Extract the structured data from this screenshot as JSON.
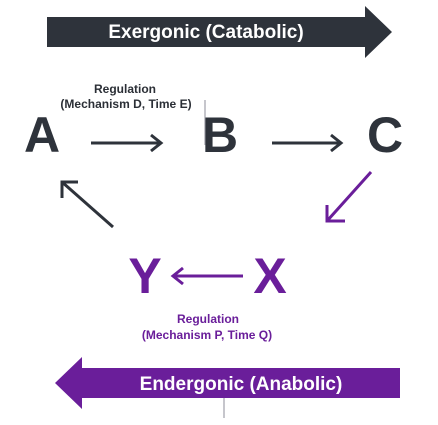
{
  "top_banner": {
    "label": "Exergonic (Catabolic)",
    "color": "#2e333b"
  },
  "bottom_banner": {
    "label": "Endergonic (Anabolic)",
    "color": "#6a1e9a"
  },
  "top_regulation": {
    "line1": "Regulation",
    "line2": "(Mechanism D, Time E)",
    "color": "#2b2f36"
  },
  "bottom_regulation": {
    "line1": "Regulation",
    "line2": "(Mechanism P, Time Q)",
    "color": "#6a1e9a"
  },
  "nodes": {
    "a": "A",
    "b": "B",
    "c": "C",
    "x": "X",
    "y": "Y"
  },
  "colors": {
    "catabolic": "#2e333b",
    "anabolic": "#6a1e9a",
    "separator": "#c6c6cc"
  }
}
